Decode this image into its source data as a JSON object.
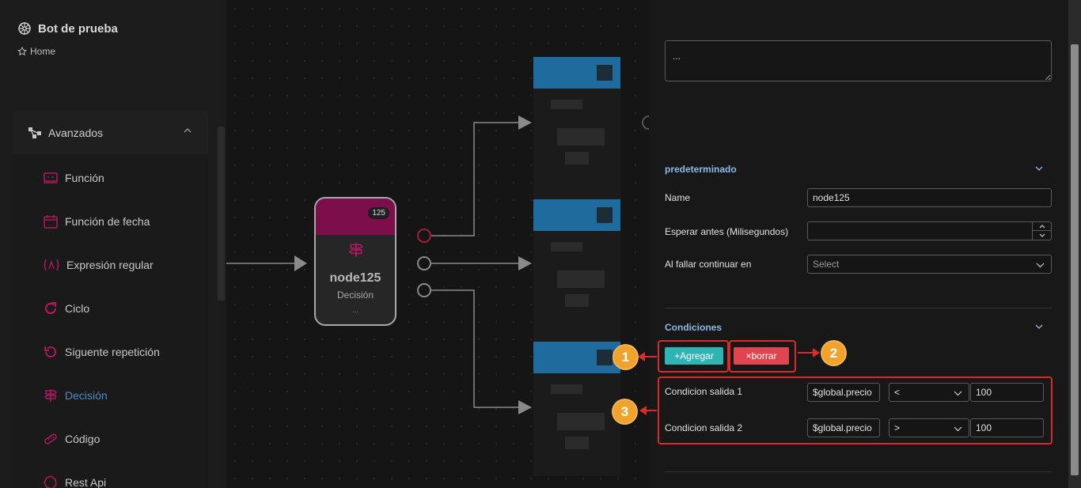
{
  "app": {
    "title": "Bot de prueba",
    "breadcrumb": "Home"
  },
  "sidebar": {
    "group": "Avanzados",
    "items": [
      {
        "label": "Función",
        "icon": "monitor-icon"
      },
      {
        "label": "Función de fecha",
        "icon": "calendar-icon"
      },
      {
        "label": "Expresión regular",
        "icon": "regex-icon"
      },
      {
        "label": "Ciclo",
        "icon": "loop-icon"
      },
      {
        "label": "Siguente repetición",
        "icon": "undo-icon"
      },
      {
        "label": "Decisión",
        "icon": "signpost-icon",
        "active": true
      },
      {
        "label": "Código",
        "icon": "code-icon"
      },
      {
        "label": "Rest Api",
        "icon": "api-icon"
      }
    ]
  },
  "canvas": {
    "node": {
      "badge": "125",
      "name": "node125",
      "type": "Decisión",
      "dots": "..."
    }
  },
  "panel": {
    "description": "...",
    "section_default": "predeterminado",
    "name_label": "Name",
    "name_value": "node125",
    "wait_label": "Esperar antes (Milisegundos)",
    "wait_value": "",
    "fail_label": "Al fallar continuar en",
    "fail_value": "Select",
    "section_conditions": "Condiciones",
    "add_label": "+Agregar",
    "delete_label": "×borrar",
    "conditions": [
      {
        "label": "Condicion salida 1",
        "variable": "$global.precio",
        "operator": "<",
        "value": "100"
      },
      {
        "label": "Condicion salida 2",
        "variable": "$global.precio",
        "operator": ">",
        "value": "100"
      }
    ]
  },
  "annotations": [
    "1",
    "2",
    "3"
  ],
  "colors": {
    "node_header": "#7b0e4b",
    "accent_blue": "#8fb9e6",
    "add_button": "#2fb3b3",
    "delete_button": "#e0454f",
    "callout_red": "#d92b2b",
    "badge_orange": "#f0a22d",
    "icon_magenta": "#b0185e"
  }
}
